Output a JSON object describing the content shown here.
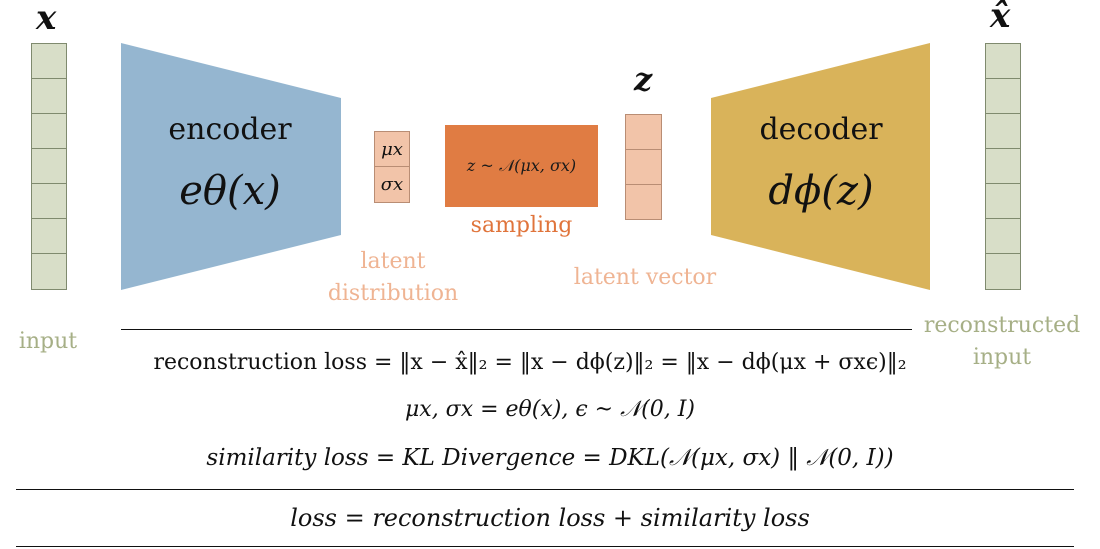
{
  "labels": {
    "x": "x",
    "x_hat": "x̂",
    "z": "z",
    "input": "input",
    "reconstructed_input": [
      "reconstructed",
      "input"
    ],
    "encoder": "encoder",
    "encoder_fn": "eθ(x)",
    "decoder": "decoder",
    "decoder_fn": "dϕ(z)",
    "mu": "μx",
    "sigma": "σx",
    "sampling_eq": "z ~ 𝒩(μx, σx)",
    "sampling": "sampling",
    "latent_distribution": [
      "latent",
      "distribution"
    ],
    "latent_vector": "latent vector"
  },
  "equations": {
    "reconstruction": "reconstruction loss  = ‖x − x̂‖₂ = ‖x − dϕ(z)‖₂ = ‖x − dϕ(μx + σxϵ)‖₂",
    "params": "μx, σx = eθ(x),    ϵ ~ 𝒩(0, I)",
    "similarity": "similarity loss = KL Divergence = DKL(𝒩(μx, σx) ‖ 𝒩(0, I))",
    "total": "loss = reconstruction loss + similarity loss"
  },
  "colors": {
    "encoder": "#95b6d0",
    "decoder": "#d9b35a",
    "sampling": "#e07c43",
    "latent": "#f2c4a9",
    "input_vec": "#d8dec8"
  }
}
